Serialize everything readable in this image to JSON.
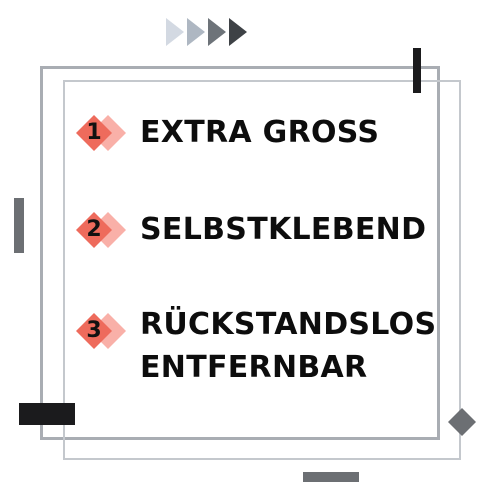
{
  "features": [
    {
      "number": "1",
      "lines": [
        "EXTRA GROSS"
      ]
    },
    {
      "number": "2",
      "lines": [
        "SELBSTKLEBEND"
      ]
    },
    {
      "number": "3",
      "lines": [
        "RÜCKSTANDSLOS",
        "ENTFERNBAR"
      ]
    }
  ],
  "colors": {
    "badge_dark": "#ee6b5c",
    "badge_light": "#f9b0a8",
    "frame_outer": "#a9adb3",
    "frame_inner": "#c4c8cd",
    "text": "#0d0d0d"
  }
}
